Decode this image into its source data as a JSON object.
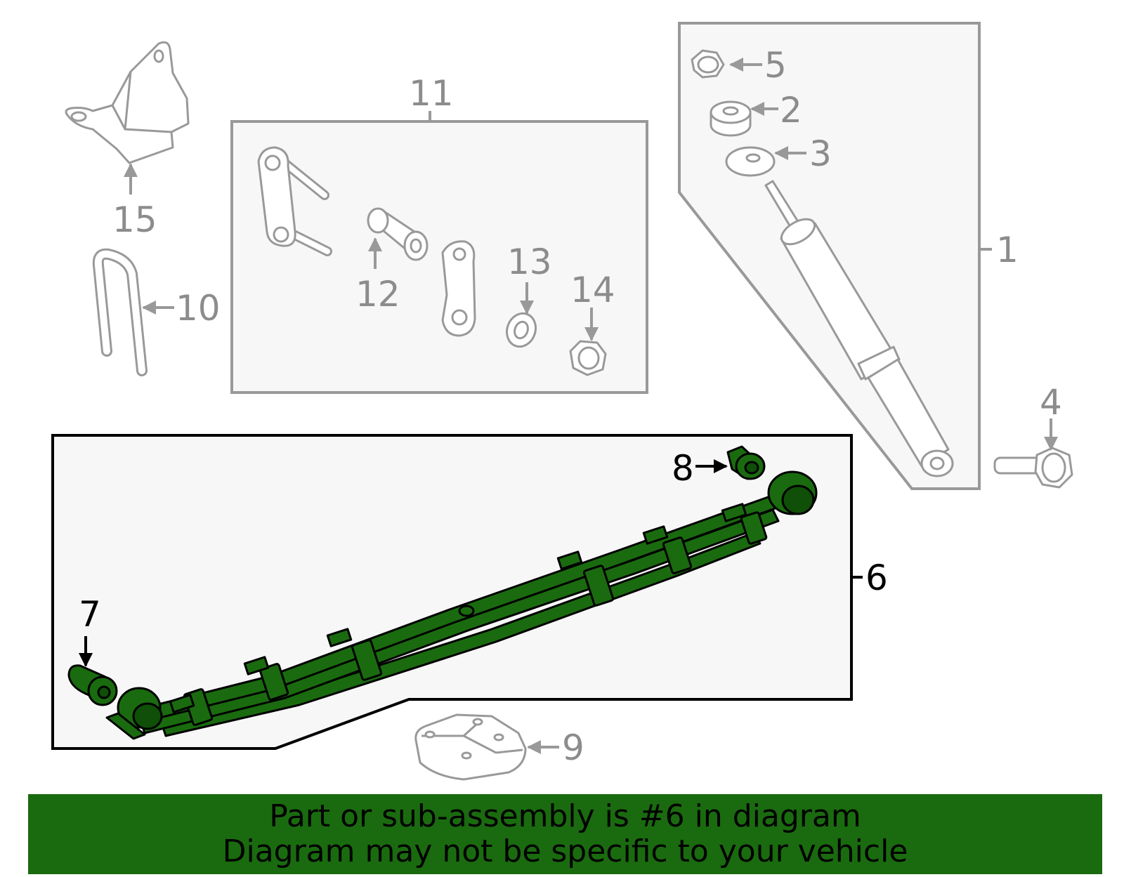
{
  "callouts": {
    "c1": "1",
    "c2": "2",
    "c3": "3",
    "c4": "4",
    "c5": "5",
    "c6": "6",
    "c7": "7",
    "c8": "8",
    "c9": "9",
    "c10": "10",
    "c11": "11",
    "c12": "12",
    "c13": "13",
    "c14": "14",
    "c15": "15"
  },
  "banner": {
    "line1": "Part or sub-assembly is #6 in diagram",
    "line2": "Diagram may not be specific to your vehicle"
  },
  "highlight_part": "6",
  "colors": {
    "highlight": "#1a6b0f",
    "inactive_part": "#999999",
    "active_label": "#000000"
  }
}
